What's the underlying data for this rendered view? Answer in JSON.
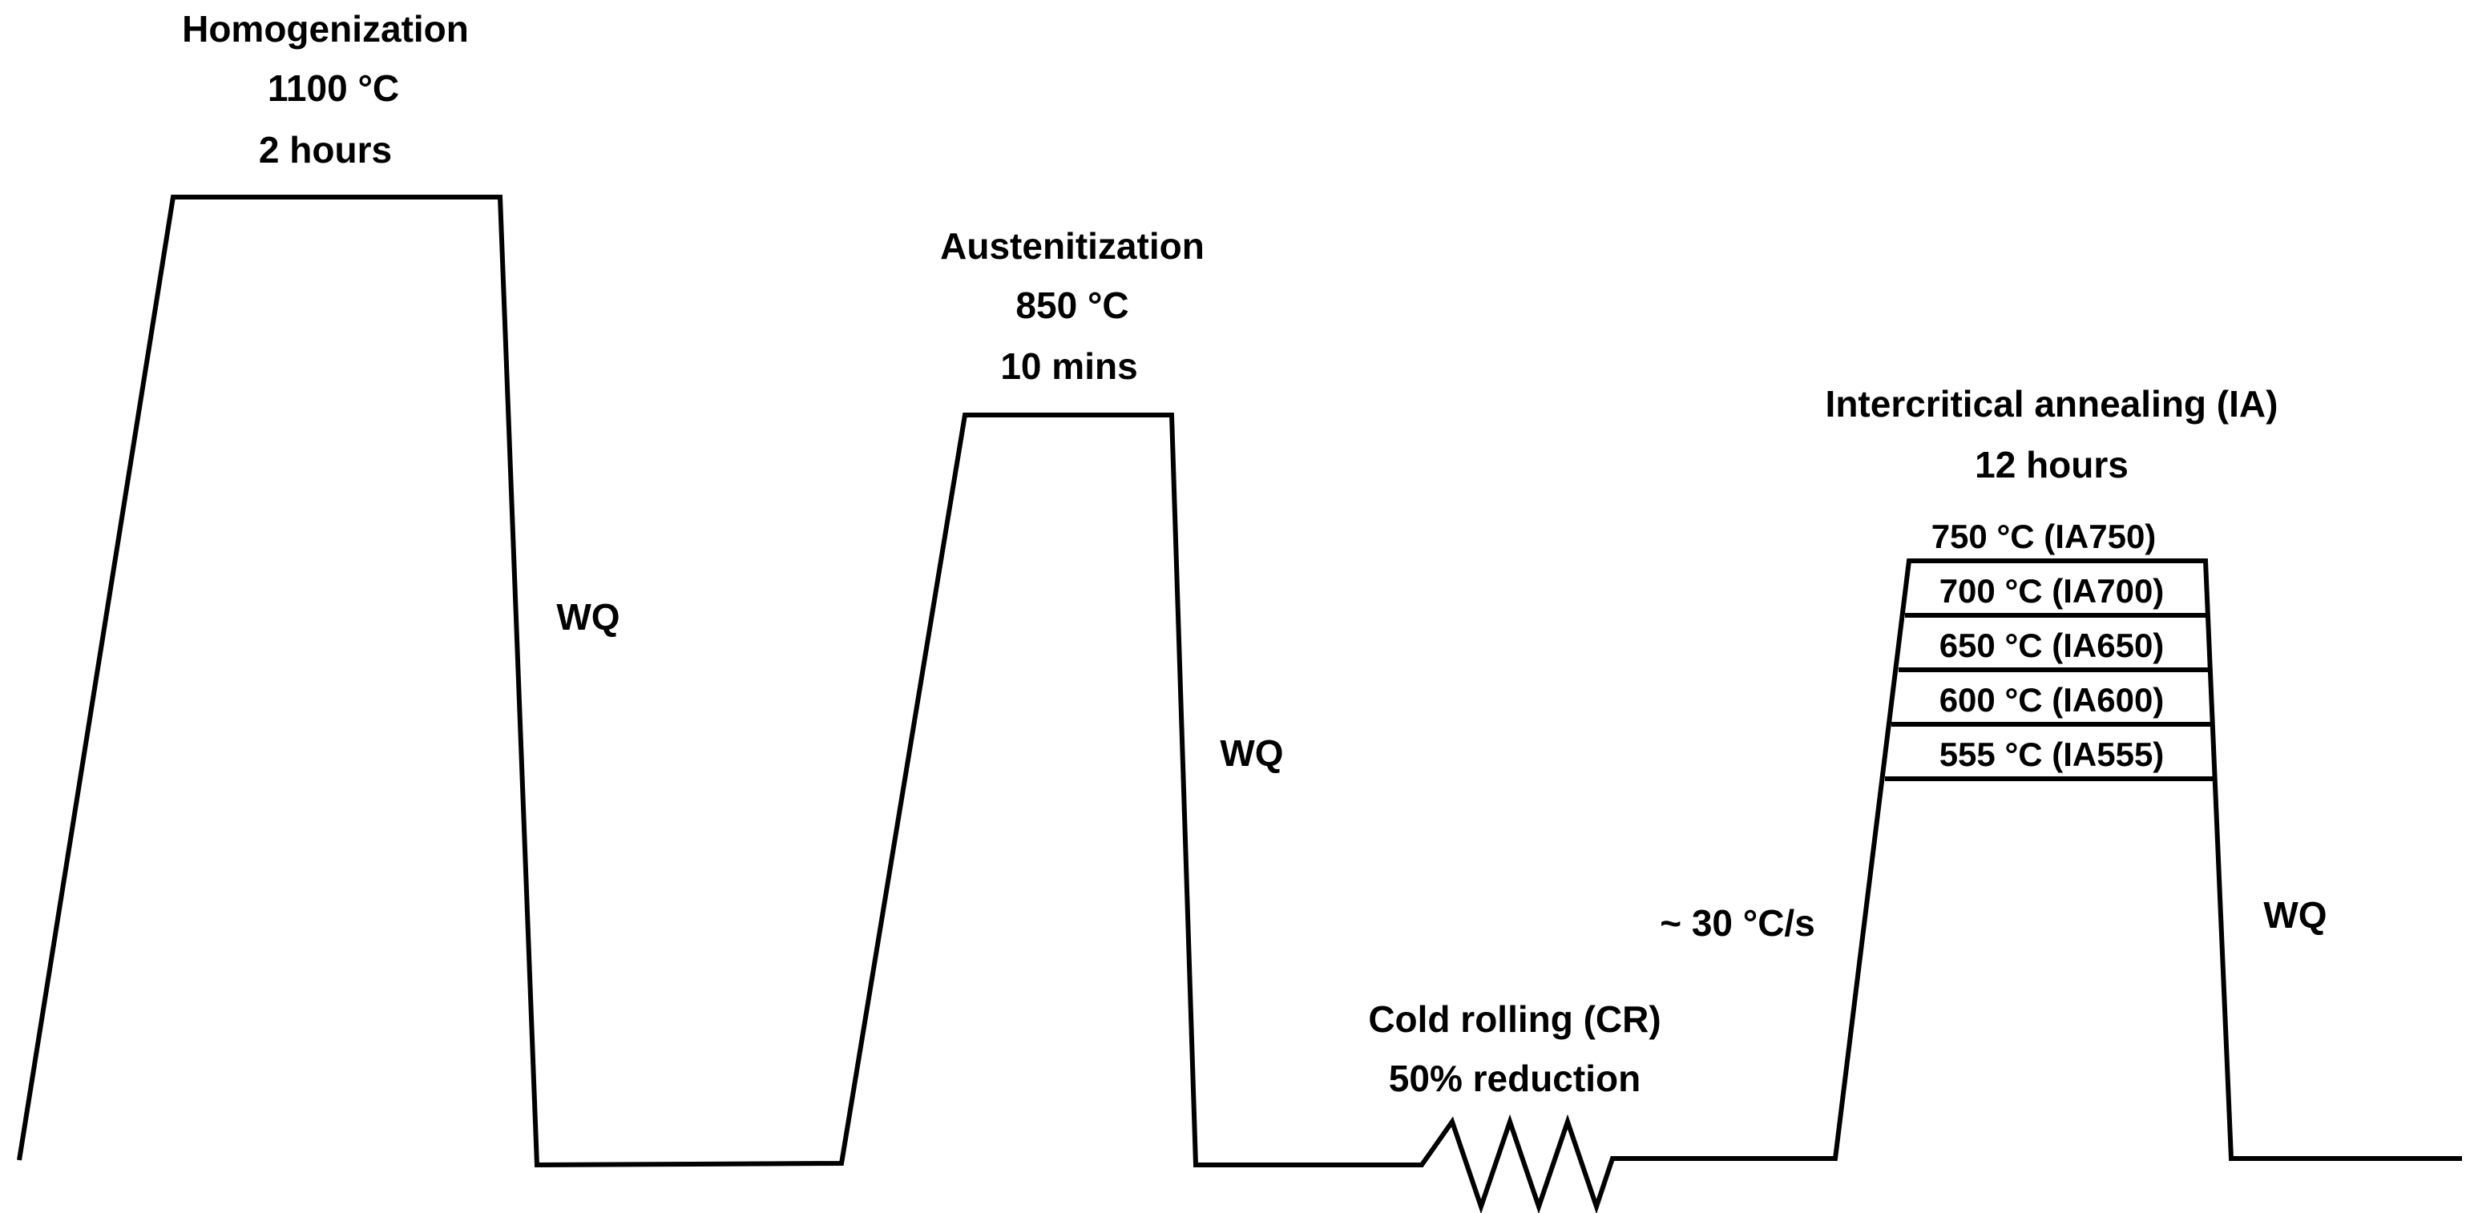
{
  "diagram": {
    "homogenization": {
      "title": "Homogenization",
      "temp": "1100 °C",
      "time": "2 hours"
    },
    "wq1": "WQ",
    "austenitization": {
      "title": "Austenitization",
      "temp": "850 °C",
      "time": "10 mins"
    },
    "wq2": "WQ",
    "cold_rolling": {
      "title": "Cold rolling (CR)",
      "detail": "50% reduction"
    },
    "heating_rate": "~ 30 °C/s",
    "intercritical": {
      "title": "Intercritical annealing (IA)",
      "time": "12 hours",
      "levels": [
        "750 °C (IA750)",
        "700 °C (IA700)",
        "650 °C (IA650)",
        "600 °C (IA600)",
        "555 °C (IA555)"
      ]
    },
    "wq3": "WQ"
  }
}
